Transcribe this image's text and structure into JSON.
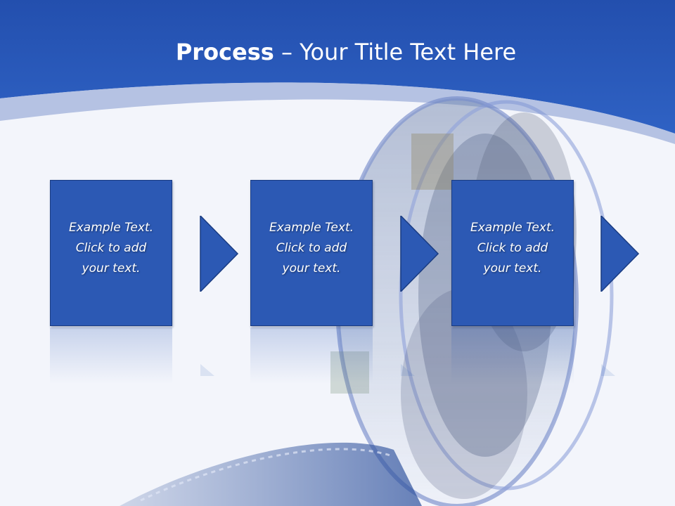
{
  "slide": {
    "title_bold": "Process",
    "title_rest": " – Your Title Text Here"
  },
  "steps": [
    {
      "text": "Example Text.\nClick  to add\nyour text."
    },
    {
      "text": "Example Text.\nClick  to add\nyour text."
    },
    {
      "text": "Example Text.\nClick  to add\nyour text."
    }
  ],
  "colors": {
    "header_blue": "#2a5ab7",
    "box_blue": "#2c59b4",
    "background": "#f3f5fb"
  }
}
